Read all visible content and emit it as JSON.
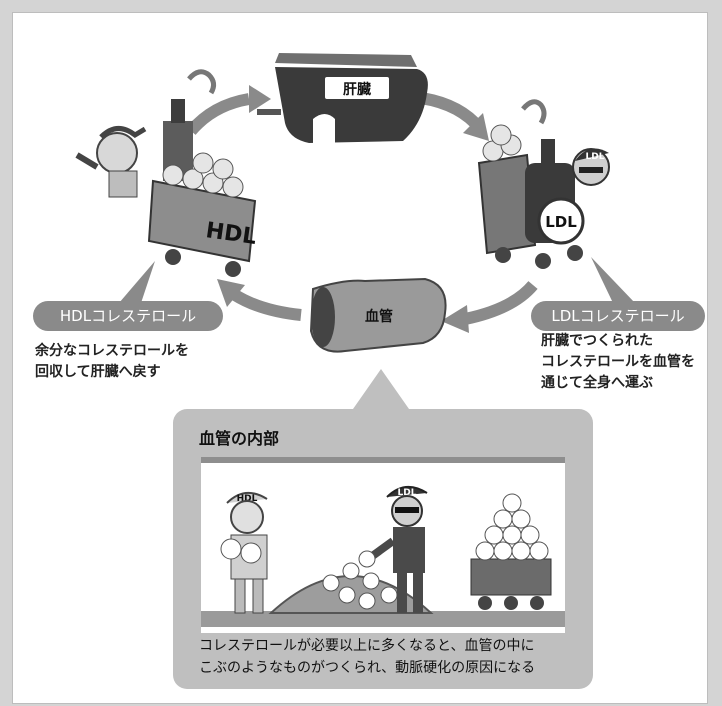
{
  "diagram": {
    "liver_label": "肝臓",
    "vessel_label": "血管",
    "hdl_train_label": "HDL",
    "ldl_train_label": "LDL",
    "ldl_driver_cap": "LDL",
    "hdl": {
      "title": "HDLコレステロール",
      "description": "余分なコレステロールを\n回収して肝臓へ戻す"
    },
    "ldl": {
      "title": "LDLコレステロール",
      "description": "肝臓でつくられた\nコレステロールを血管を\n通じて全身へ運ぶ"
    },
    "inside": {
      "title": "血管の内部",
      "hdl_cap": "HDL",
      "ldl_cap": "LDL",
      "caption": "コレステロールが必要以上に多くなると、血管の中に\nこぶのようなものがつくられ、動脈硬化の原因になる"
    }
  }
}
